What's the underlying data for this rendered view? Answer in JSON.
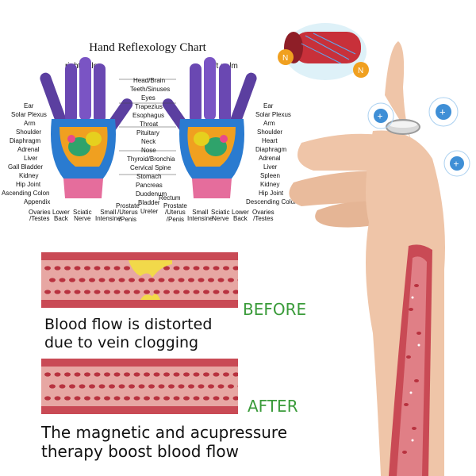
{
  "chart": {
    "title": "Hand Reflexology Chart",
    "right_palm": "right palm",
    "left_palm": "left palm",
    "center_labels": [
      "Head/Brain",
      "Teeth/Sinuses",
      "Eyes",
      "Trapezius",
      "Esophagus",
      "Throat",
      "Pituitary",
      "Neck",
      "Nose",
      "Thyroid/Bronchia",
      "Cervical Spine",
      "Stomach",
      "Pancreas",
      "Duodenum",
      "Bladder",
      "Ureter"
    ],
    "left_labels": [
      "Ear",
      "Solar Plexus",
      "Arm",
      "Shoulder",
      "Diaphragm",
      "Adrenal",
      "Liver",
      "Gall Bladder",
      "Kidney",
      "Hip Joint",
      "Ascending Colon",
      "Appendix"
    ],
    "right_labels": [
      "Ear",
      "Solar Plexus",
      "Arm",
      "Shoulder",
      "Heart",
      "Diaphragm",
      "Adrenal",
      "Liver",
      "Spleen",
      "Kidney",
      "Hip Joint",
      "Descending Colon"
    ],
    "bottom_labels": [
      "Ovaries\n/Testes",
      "Lower\nBack",
      "Sciatic\nNerve",
      "Small\nIntensine",
      "Prostate\n/Uterus\n/Penis",
      "Rectum",
      "Prostate\n/Uterus\n/Penis",
      "Small\nIntensine",
      "Sciatic\nNerve",
      "Lower\nBack",
      "Ovaries\n/Testes"
    ]
  },
  "before": {
    "tag": "BEFORE",
    "caption_line1": "Blood flow is distorted",
    "caption_line2": "due to vein clogging"
  },
  "after": {
    "tag": "AFTER",
    "caption_line1": "The magnetic and acupressure",
    "caption_line2": "therapy boost blood flow"
  },
  "colors": {
    "vein_outer": "#c94a55",
    "vein_inner": "#e7a7a3",
    "cell": "#b8323f",
    "plaque": "#f2d94a",
    "tag_green": "#3a9b3a",
    "skin": "#efc5a8",
    "circle_blue": "#3f8fd6"
  },
  "icons": [
    "plus-circle-icon",
    "plus-circle-icon",
    "plus-circle-icon",
    "magnet-n-icon",
    "magnet-n-icon",
    "ring-icon"
  ]
}
